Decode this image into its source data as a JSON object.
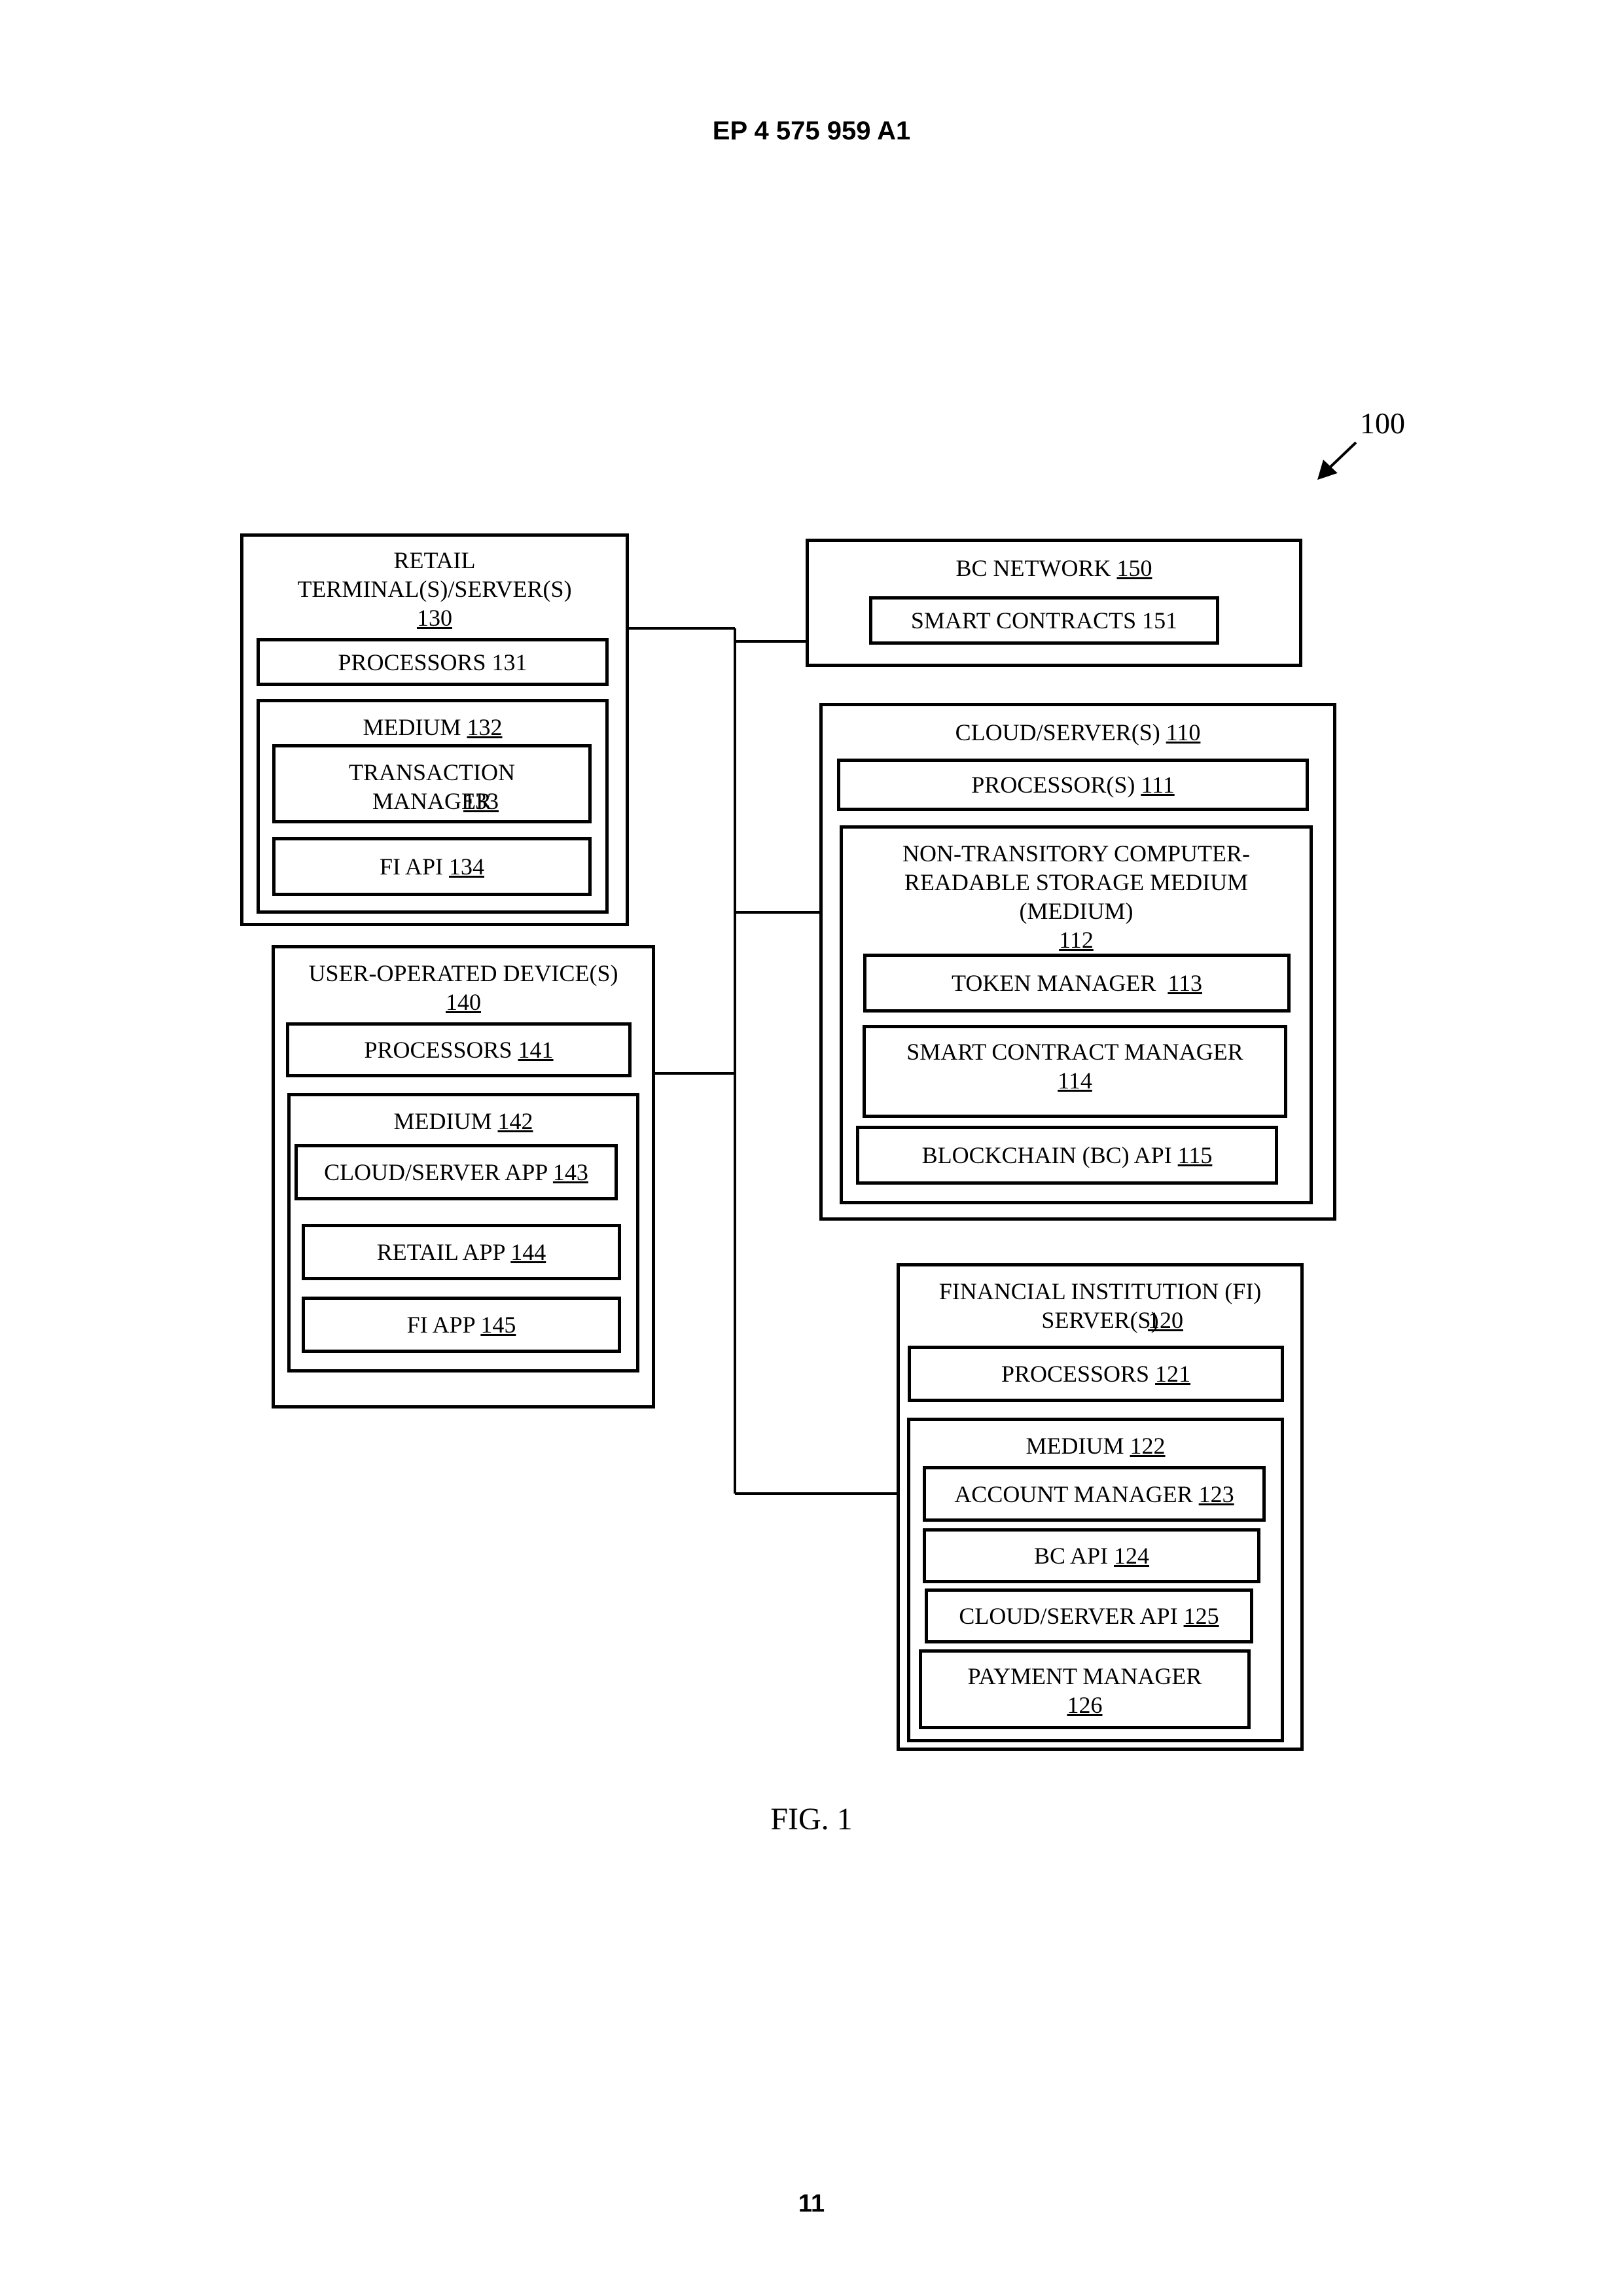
{
  "header": {
    "publication": "EP 4 575 959 A1"
  },
  "page_number": "11",
  "figure": {
    "caption": "FIG. 1",
    "ref": "100"
  },
  "retail": {
    "title": "RETAIL\nTERMINAL(S)/SERVER(S)",
    "num": "130",
    "processors": "PROCESSORS 131",
    "medium": {
      "label": "MEDIUM",
      "num": "132"
    },
    "transaction_manager": {
      "label": "TRANSACTION\nMANAGER",
      "num": "133"
    },
    "fi_api": {
      "label": "FI API",
      "num": "134"
    }
  },
  "user_device": {
    "title": "USER-OPERATED DEVICE(S)",
    "num": "140",
    "processors": {
      "label": "PROCESSORS",
      "num": "141"
    },
    "medium": {
      "label": "MEDIUM",
      "num": "142"
    },
    "cloud_server_app": {
      "label": "CLOUD/SERVER APP",
      "num": "143"
    },
    "retail_app": {
      "label": "RETAIL APP",
      "num": "144"
    },
    "fi_app": {
      "label": "FI APP",
      "num": "145"
    }
  },
  "bc_network": {
    "title": "BC NETWORK",
    "num": "150",
    "smart_contracts": "SMART CONTRACTS 151"
  },
  "cloud": {
    "title": "CLOUD/SERVER(S)",
    "num": "110",
    "processors": {
      "label": "PROCESSOR(S)",
      "num": "111"
    },
    "medium": {
      "label": "NON-TRANSITORY COMPUTER-\nREADABLE STORAGE MEDIUM\n(MEDIUM)",
      "num": "112"
    },
    "token_manager": {
      "label": "TOKEN MANAGER",
      "num": "113"
    },
    "smart_contract_manager": {
      "label": "SMART CONTRACT MANAGER",
      "num": "114"
    },
    "blockchain_api": {
      "label": "BLOCKCHAIN (BC) API",
      "num": "115"
    }
  },
  "fi_server": {
    "title": "FINANCIAL INSTITUTION (FI)\nSERVER(S)",
    "num": "120",
    "processors": {
      "label": "PROCESSORS",
      "num": "121"
    },
    "medium": {
      "label": "MEDIUM",
      "num": "122"
    },
    "account_manager": {
      "label": "ACCOUNT MANAGER",
      "num": "123"
    },
    "bc_api": {
      "label": "BC API",
      "num": "124"
    },
    "cloud_server_api": {
      "label": "CLOUD/SERVER API",
      "num": "125"
    },
    "payment_manager": {
      "label": "PAYMENT MANAGER",
      "num": "126"
    }
  }
}
